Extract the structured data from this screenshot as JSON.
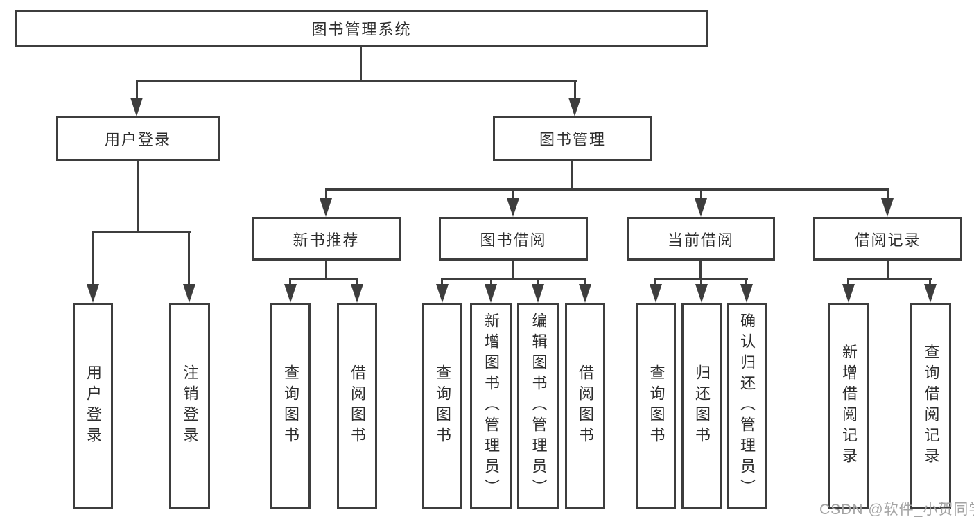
{
  "diagram": {
    "root": {
      "label": "图书管理系统"
    },
    "level2": [
      {
        "label": "用户登录"
      },
      {
        "label": "图书管理"
      }
    ],
    "level3": [
      {
        "label": "新书推荐"
      },
      {
        "label": "图书借阅"
      },
      {
        "label": "当前借阅"
      },
      {
        "label": "借阅记录"
      }
    ],
    "leaves": {
      "user_login": [
        {
          "label": "用户登录"
        },
        {
          "label": "注销登录"
        }
      ],
      "new_book": [
        {
          "label": "查询图书"
        },
        {
          "label": "借阅图书"
        }
      ],
      "book_borrow": [
        {
          "label": "查询图书"
        },
        {
          "label": "新增图书（管理员）"
        },
        {
          "label": "编辑图书（管理员）"
        },
        {
          "label": "借阅图书"
        }
      ],
      "current_borrow": [
        {
          "label": "查询图书"
        },
        {
          "label": "归还图书"
        },
        {
          "label": "确认归还（管理员）"
        }
      ],
      "borrow_record": [
        {
          "label": "新增借阅记录"
        },
        {
          "label": "查询借阅记录"
        }
      ]
    },
    "watermark": "CSDN @软件_小贺同学",
    "colors": {
      "line": "#3d3d3d",
      "text": "#2d2d2d",
      "watermark": "#a3a3a3",
      "background": "#ffffff"
    }
  }
}
